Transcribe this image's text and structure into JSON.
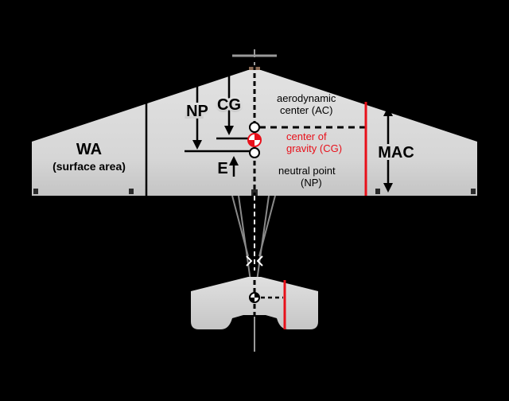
{
  "labels": {
    "wa": "WA",
    "wa_sub": "(surface area)",
    "np": "NP",
    "cg": "CG",
    "e": "E",
    "mac": "MAC",
    "ac_line1": "aerodynamic",
    "ac_line2": "center (AC)",
    "cg_line1": "center of",
    "cg_line2": "gravity (CG)",
    "np_line1": "neutral point",
    "np_line2": "(NP)"
  },
  "colors": {
    "background": "#000000",
    "wing": "#dcdcdc",
    "wing_shade": "#c9c9c9",
    "line": "#000000",
    "mac_line": "#e8101a",
    "cg_label": "#e8101a"
  }
}
